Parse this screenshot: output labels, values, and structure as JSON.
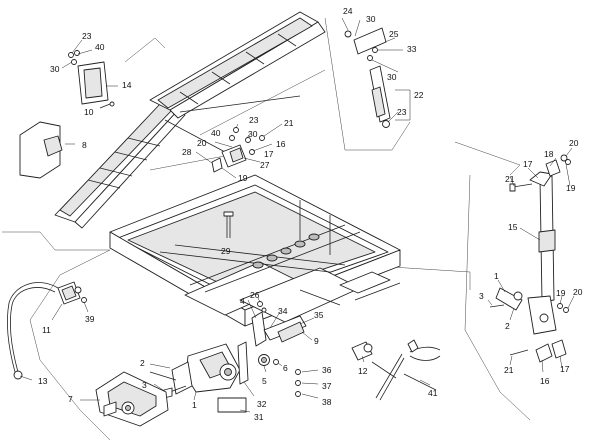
{
  "callouts": [
    {
      "name": "callout-23a",
      "text": "23"
    },
    {
      "name": "callout-40a",
      "text": "40"
    },
    {
      "name": "callout-30a",
      "text": "30"
    },
    {
      "name": "callout-14",
      "text": "14"
    },
    {
      "name": "callout-10",
      "text": "10"
    },
    {
      "name": "callout-8",
      "text": "8"
    },
    {
      "name": "callout-24",
      "text": "24"
    },
    {
      "name": "callout-30b",
      "text": "30"
    },
    {
      "name": "callout-25",
      "text": "25"
    },
    {
      "name": "callout-33",
      "text": "33"
    },
    {
      "name": "callout-30c",
      "text": "30"
    },
    {
      "name": "callout-22",
      "text": "22"
    },
    {
      "name": "callout-23b",
      "text": "23"
    },
    {
      "name": "callout-23c",
      "text": "23"
    },
    {
      "name": "callout-21a",
      "text": "21"
    },
    {
      "name": "callout-40b",
      "text": "40"
    },
    {
      "name": "callout-30d",
      "text": "30"
    },
    {
      "name": "callout-16a",
      "text": "16"
    },
    {
      "name": "callout-20a",
      "text": "20"
    },
    {
      "name": "callout-28",
      "text": "28"
    },
    {
      "name": "callout-17a",
      "text": "17"
    },
    {
      "name": "callout-27",
      "text": "27"
    },
    {
      "name": "callout-19a",
      "text": "19"
    },
    {
      "name": "callout-29",
      "text": "29"
    },
    {
      "name": "callout-20b",
      "text": "20"
    },
    {
      "name": "callout-18",
      "text": "18"
    },
    {
      "name": "callout-17b",
      "text": "17"
    },
    {
      "name": "callout-21b",
      "text": "21"
    },
    {
      "name": "callout-19b",
      "text": "19"
    },
    {
      "name": "callout-15",
      "text": "15"
    },
    {
      "name": "callout-1a",
      "text": "1"
    },
    {
      "name": "callout-3a",
      "text": "3"
    },
    {
      "name": "callout-2a",
      "text": "2"
    },
    {
      "name": "callout-19c",
      "text": "19"
    },
    {
      "name": "callout-20c",
      "text": "20"
    },
    {
      "name": "callout-21c",
      "text": "21"
    },
    {
      "name": "callout-16b",
      "text": "16"
    },
    {
      "name": "callout-17c",
      "text": "17"
    },
    {
      "name": "callout-4",
      "text": "4"
    },
    {
      "name": "callout-26",
      "text": "26"
    },
    {
      "name": "callout-34",
      "text": "34"
    },
    {
      "name": "callout-35",
      "text": "35"
    },
    {
      "name": "callout-9",
      "text": "9"
    },
    {
      "name": "callout-11",
      "text": "11"
    },
    {
      "name": "callout-39",
      "text": "39"
    },
    {
      "name": "callout-13",
      "text": "13"
    },
    {
      "name": "callout-2b",
      "text": "2"
    },
    {
      "name": "callout-3b",
      "text": "3"
    },
    {
      "name": "callout-1b",
      "text": "1"
    },
    {
      "name": "callout-7",
      "text": "7"
    },
    {
      "name": "callout-5",
      "text": "5"
    },
    {
      "name": "callout-6",
      "text": "6"
    },
    {
      "name": "callout-32",
      "text": "32"
    },
    {
      "name": "callout-31",
      "text": "31"
    },
    {
      "name": "callout-36",
      "text": "36"
    },
    {
      "name": "callout-37",
      "text": "37"
    },
    {
      "name": "callout-38",
      "text": "38"
    },
    {
      "name": "callout-12",
      "text": "12"
    },
    {
      "name": "callout-41",
      "text": "41"
    }
  ]
}
